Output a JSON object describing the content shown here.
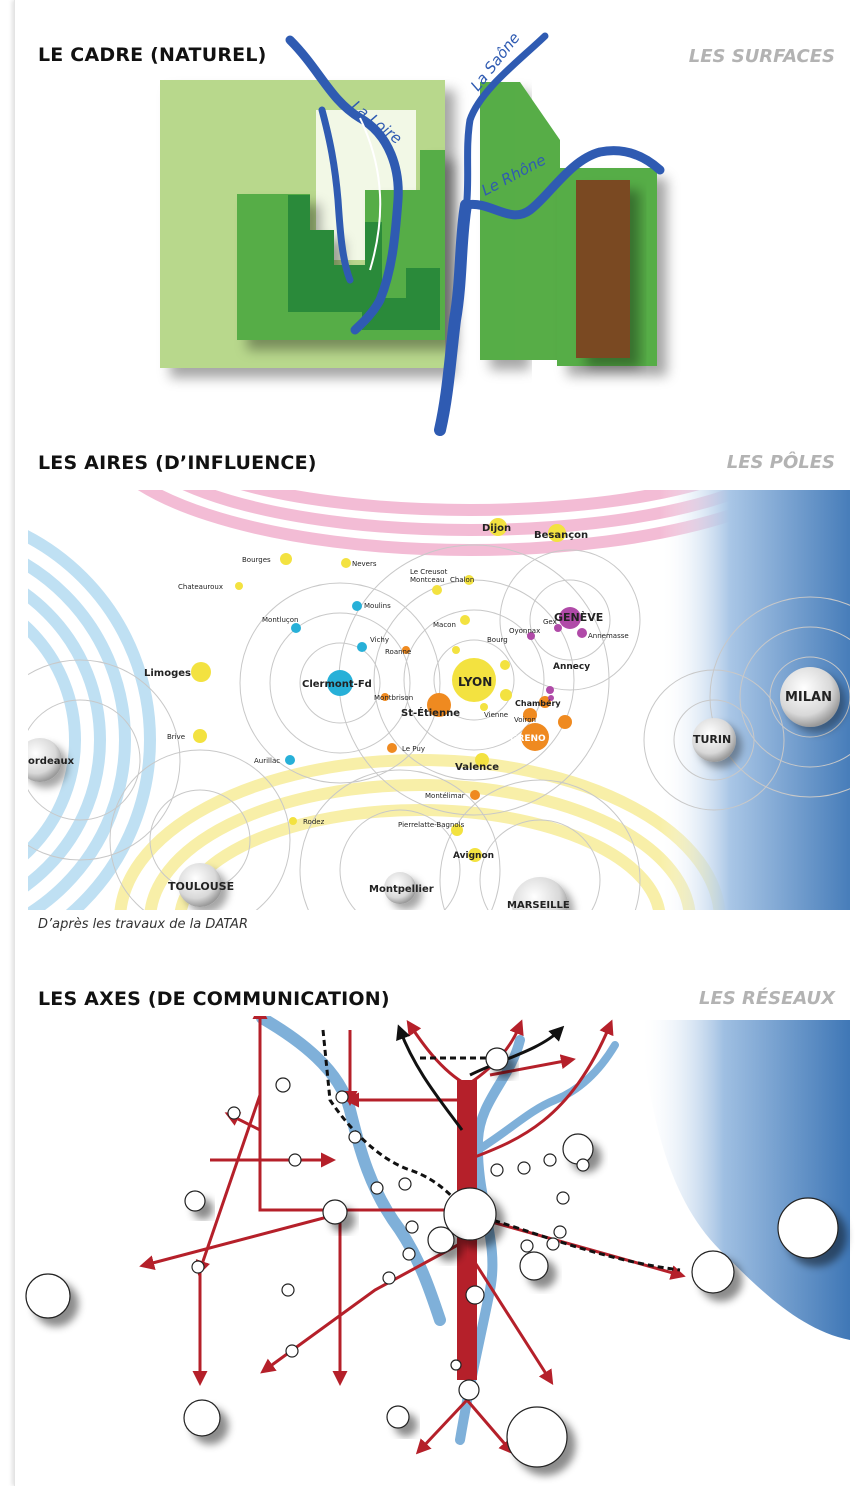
{
  "sections": {
    "cadre": {
      "title": "LE CADRE (NATUREL)",
      "subtitle": "LES SURFACES"
    },
    "aires": {
      "title": "LES AIRES (D’INFLUENCE)",
      "subtitle": "LES PÔLES"
    },
    "axes": {
      "title": "LES AXES (DE COMMUNICATION)",
      "subtitle": "LES RÉSEAUX"
    }
  },
  "rivers": {
    "loire": "La Loire",
    "saone": "La Saône",
    "rhone": "Le Rhône"
  },
  "caption": "D’après les travaux de la DATAR",
  "cities": {
    "dijon": "Dijon",
    "besancon": "Besançon",
    "bourges": "Bourges",
    "nevers": "Nevers",
    "le_creusot": "Le Creusot",
    "montceau": "Montceau",
    "chalon": "Chalon",
    "chateauroux": "Chateauroux",
    "moulins": "Moulins",
    "geneve": "GENÈVE",
    "gex": "Gex",
    "montlucon": "Montluçon",
    "macon": "Macon",
    "oyonnax": "Oyonnax",
    "annemasse": "Annemasse",
    "bourg": "Bourg",
    "annecy": "Annecy",
    "limoges": "Limoges",
    "vichy": "Vichy",
    "roanne": "Roanne",
    "clermont": "Clermont-Fd",
    "lyon": "LYON",
    "milan": "MILAN",
    "montbrison": "Montbrison",
    "st_etienne": "St-Étienne",
    "chambery": "Chambéry",
    "vienne": "Vienne",
    "voiron": "Voiron",
    "grenoble": "GRENO",
    "brive": "Brive",
    "turin": "TURIN",
    "bordeaux": "ordeaux",
    "aurillac": "Aurillac",
    "le_puy": "Le Puy",
    "valence": "Valence",
    "montelimar": "Montélimar",
    "rodez": "Rodez",
    "pierrelatte": "Pierrelatte-Bagnols",
    "avignon": "Avignon",
    "toulouse": "TOULOUSE",
    "montpellier": "Montpellier",
    "marseille": "MARSEILLE"
  },
  "colors": {
    "river": "#2f5bb2",
    "light_green": "#b8d88c",
    "mid_green": "#57ad47",
    "dark_green": "#2a8a3a",
    "brown": "#7a4a22",
    "rail_red": "#b5202a",
    "pink_ring": "#f3bcd5",
    "blue_ring": "#bfe0f3",
    "yellow_ring": "#f8efa8",
    "alpine_blue": "#4f86c0",
    "pole_yellow": "#f3e240",
    "pole_orange": "#ef8a20",
    "pole_cyan": "#27b0d8",
    "pole_purple": "#b04aa8"
  }
}
